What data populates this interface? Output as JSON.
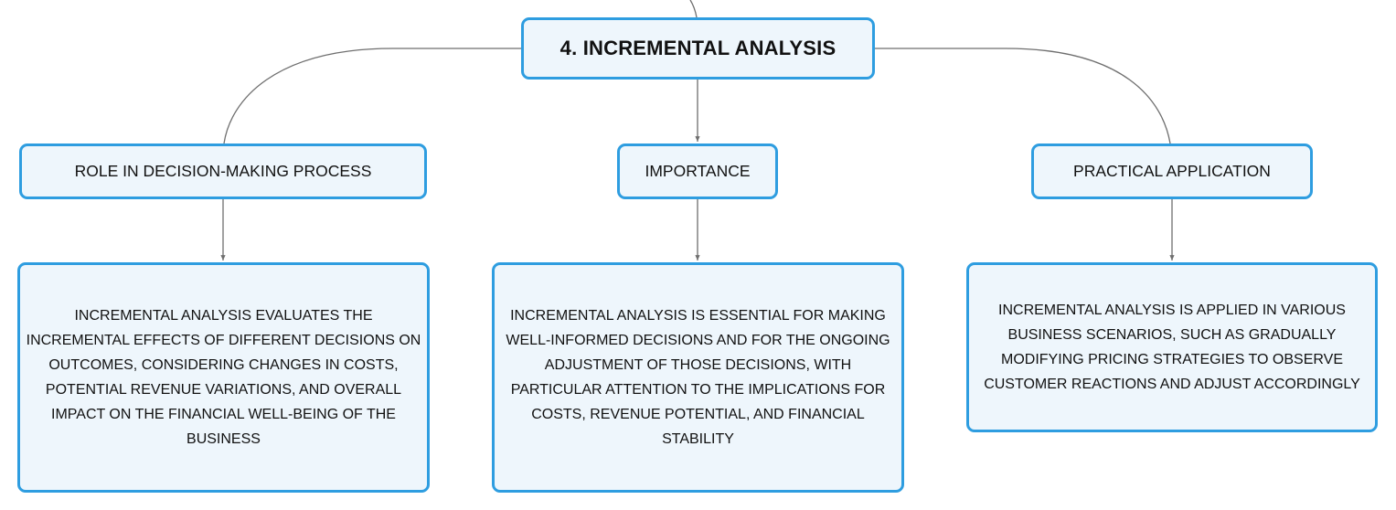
{
  "diagram": {
    "root": {
      "title": "4. INCREMENTAL ANALYSIS"
    },
    "branches": [
      {
        "label": "ROLE IN DECISION-MAKING PROCESS",
        "detail": "INCREMENTAL ANALYSIS EVALUATES THE INCREMENTAL EFFECTS OF DIFFERENT DECISIONS ON OUTCOMES, CONSIDERING CHANGES IN COSTS, POTENTIAL REVENUE VARIATIONS, AND OVERALL IMPACT ON THE FINANCIAL WELL-BEING OF THE BUSINESS"
      },
      {
        "label": "IMPORTANCE",
        "detail": "INCREMENTAL ANALYSIS IS ESSENTIAL FOR MAKING WELL-INFORMED DECISIONS AND FOR THE ONGOING ADJUSTMENT OF THOSE DECISIONS, WITH PARTICULAR ATTENTION TO THE IMPLICATIONS FOR COSTS, REVENUE POTENTIAL, AND FINANCIAL STABILITY"
      },
      {
        "label": "PRACTICAL APPLICATION",
        "detail": "INCREMENTAL ANALYSIS IS APPLIED IN VARIOUS BUSINESS SCENARIOS, SUCH AS GRADUALLY MODIFYING PRICING STRATEGIES TO OBSERVE CUSTOMER REACTIONS AND ADJUST ACCORDINGLY"
      }
    ]
  },
  "colors": {
    "node_border": "#2e9de0",
    "node_fill": "#eef6fc",
    "connector": "#6e6e6e",
    "text": "#111111"
  }
}
